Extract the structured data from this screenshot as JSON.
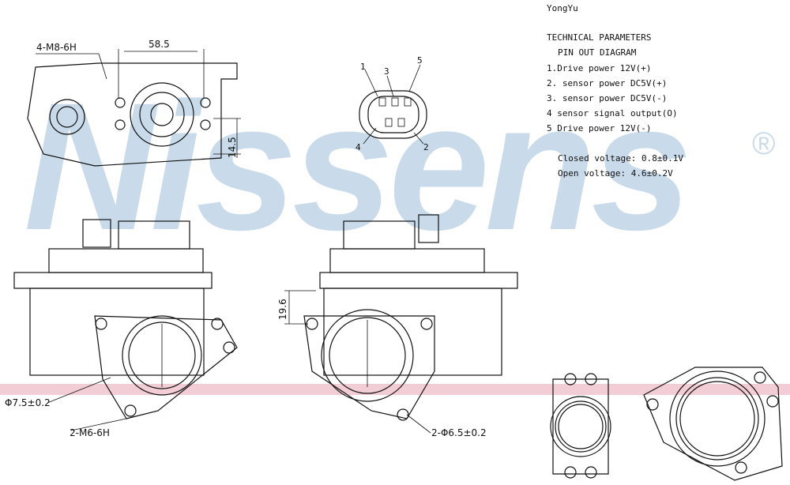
{
  "brand": {
    "watermark": "Nissens",
    "registered_mark": "®",
    "watermark_color": "#c9dbea",
    "stripe_color": "#f3cdd5"
  },
  "manufacturer": "YongYu",
  "parameters": {
    "title": "TECHNICAL PARAMETERS",
    "subtitle": "PIN OUT DIAGRAM",
    "pins": [
      "1.Drive power  12V(+)",
      "2. sensor power DC5V(+)",
      "3. sensor power DC5V(-)",
      "4  sensor signal output(O)",
      "5  Drive power   12V(-)"
    ],
    "closed_voltage": "Closed voltage: 0.8±0.1V",
    "open_voltage": "Open voltage: 4.6±0.2V"
  },
  "connector_pins": [
    "1",
    "3",
    "5",
    "4",
    "2"
  ],
  "dimensions": {
    "top_thread": "4-M8-6H",
    "top_width": "58.5",
    "top_height": "14.5",
    "side_height": "19.6",
    "bore_left": "Φ7.5±0.2",
    "thread_bottom": "2-M6-6H",
    "holes_bottom": "2-Φ6.5±0.2"
  }
}
